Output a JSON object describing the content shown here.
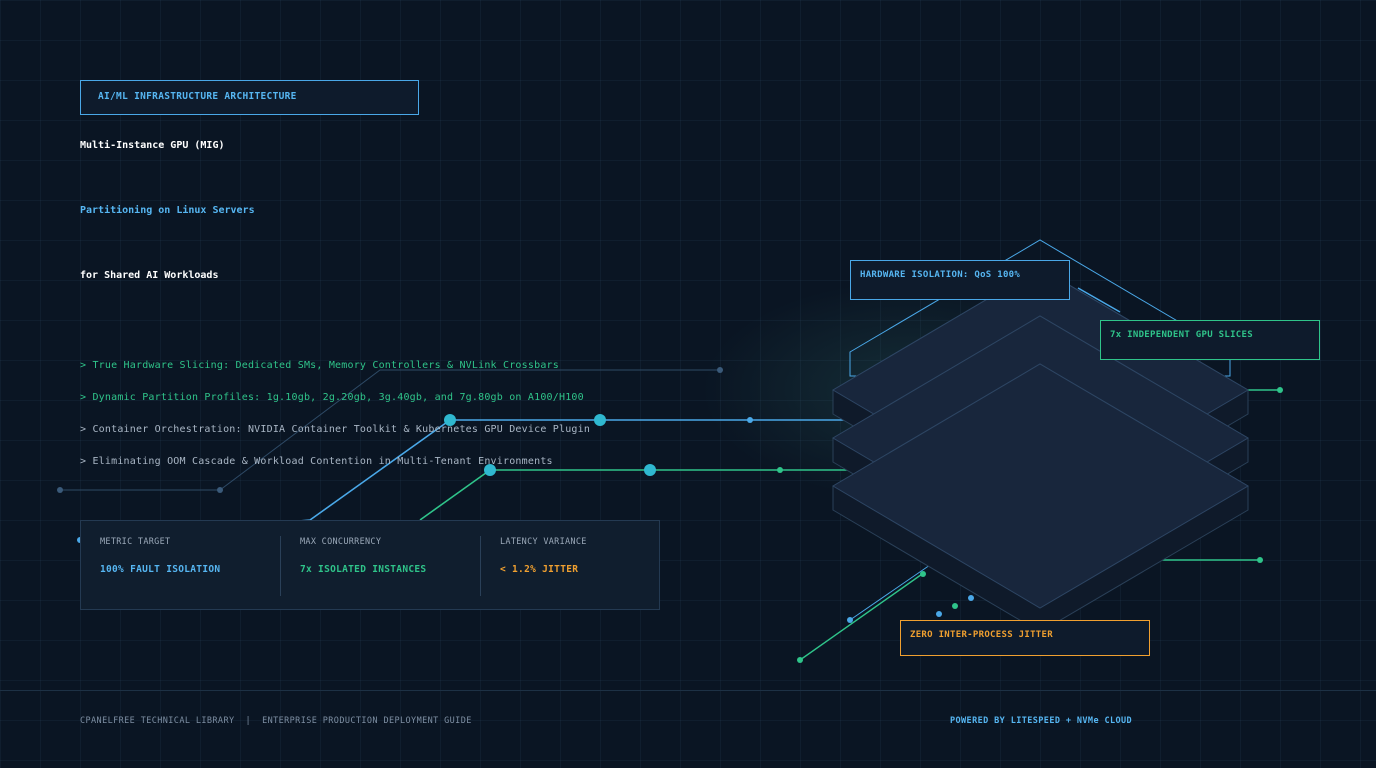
{
  "header": {
    "badge": "AI/ML INFRASTRUCTURE ARCHITECTURE",
    "title_line1": "Multi-Instance GPU (MIG)",
    "title_line2": "Partitioning on Linux Servers",
    "title_line3": "for Shared AI Workloads"
  },
  "features": [
    "> True Hardware Slicing: Dedicated SMs, Memory Controllers & NVLink Crossbars",
    "> Dynamic Partition Profiles: 1g.10gb, 2g.20gb, 3g.40gb, and 7g.80gb on A100/H100",
    "> Container Orchestration: NVIDIA Container Toolkit & Kubernetes GPU Device Plugin",
    "> Eliminating OOM Cascade & Workload Contention in Multi-Tenant Environments"
  ],
  "metrics": [
    {
      "label": "METRIC TARGET",
      "value": "100% FAULT ISOLATION"
    },
    {
      "label": "MAX CONCURRENCY",
      "value": "7x ISOLATED INSTANCES"
    },
    {
      "label": "LATENCY VARIANCE",
      "value": "< 1.2% JITTER"
    }
  ],
  "callouts": {
    "isolation": "HARDWARE ISOLATION: QoS 100%",
    "slices": "7x INDEPENDENT GPU SLICES",
    "jitter": "ZERO INTER-PROCESS JITTER"
  },
  "footer": {
    "left": "CPANELFREE TECHNICAL LIBRARY  |  ENTERPRISE PRODUCTION DEPLOYMENT GUIDE",
    "right": "POWERED BY LITESPEED + NVMe CLOUD"
  },
  "colors": {
    "background": "#0a1523",
    "blue": "#56b6f2",
    "green": "#2fc48a",
    "orange": "#f0a030",
    "white": "#ffffff",
    "grey": "#a9b6c5"
  }
}
